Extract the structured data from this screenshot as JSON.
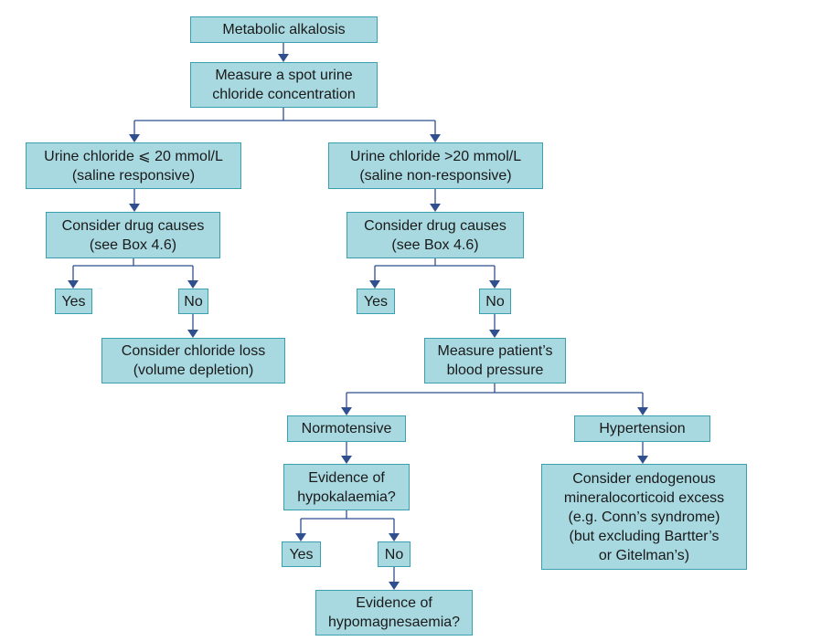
{
  "colors": {
    "node_fill": "#a8d8e0",
    "node_border": "#3aa0ae",
    "connector": "#2f4f8f",
    "text": "#1a1a1a"
  },
  "nodes": {
    "metabolic_alkalosis": "Metabolic alkalosis",
    "measure_urine_chloride": "Measure a spot urine\nchloride concentration",
    "urine_chloride_low": "Urine chloride ⩽ 20 mmol/L\n(saline responsive)",
    "urine_chloride_high": "Urine chloride >20 mmol/L\n(saline non-responsive)",
    "drug_causes_left": "Consider drug causes\n(see Box 4.6)",
    "drug_causes_right": "Consider drug causes\n(see Box 4.6)",
    "yes_left": "Yes",
    "no_left": "No",
    "yes_right": "Yes",
    "no_right": "No",
    "chloride_loss": "Consider chloride loss\n(volume depletion)",
    "measure_bp": "Measure patient’s\nblood pressure",
    "normotensive": "Normotensive",
    "hypertension": "Hypertension",
    "hypokalaemia": "Evidence of\nhypokalaemia?",
    "mineralocorticoid_excess": "Consider endogenous\nmineralocorticoid excess\n(e.g. Conn’s syndrome)\n(but excluding Bartter’s\nor Gitelman’s)",
    "yes_hypokalaemia": "Yes",
    "no_hypokalaemia": "No",
    "hypomagnesaemia": "Evidence of\nhypomagnesaemia?"
  }
}
